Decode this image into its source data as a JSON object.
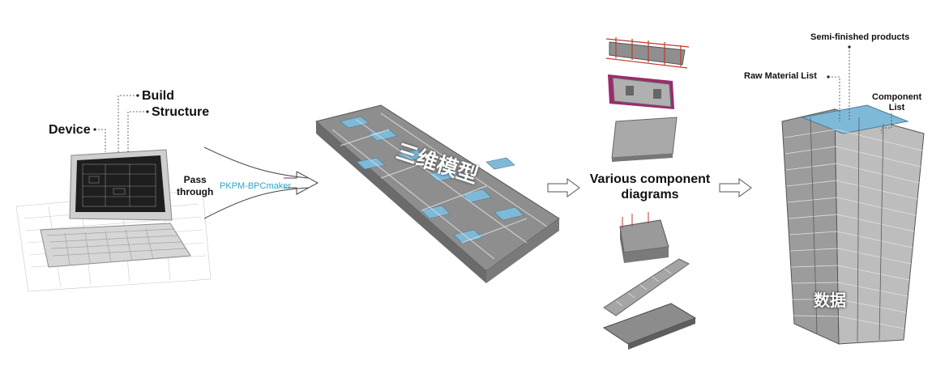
{
  "left_labels": {
    "device": "Device",
    "build": "Build",
    "structure": "Structure"
  },
  "pass_through": {
    "line1": "Pass",
    "line2": "through",
    "tool": "PKPM-BPCmaker"
  },
  "model_caption": "三维模型",
  "middle_caption": {
    "line1": "Various component",
    "line2": "diagrams"
  },
  "right_labels": {
    "semi": "Semi-finished products",
    "raw": "Raw Material List",
    "comp_line1": "Component",
    "comp_line2": "List"
  },
  "tower_caption": "数据",
  "colors": {
    "accent": "#2aa7c4",
    "concrete": "#9a9a9a",
    "glass": "#7fb9d8",
    "rebar": "#c0392b",
    "wall_magenta": "#9b2a6e"
  }
}
